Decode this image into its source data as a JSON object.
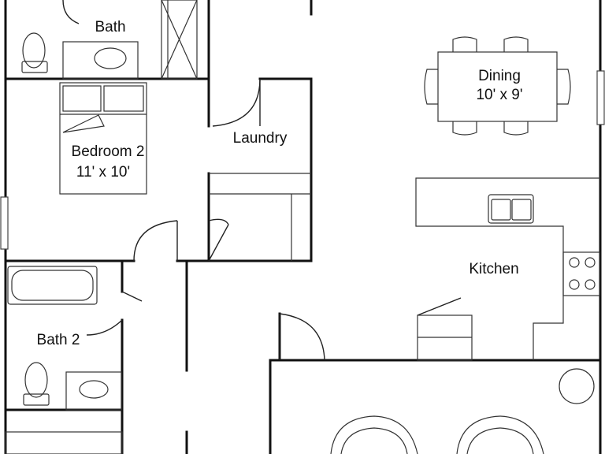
{
  "rooms": {
    "bath": {
      "name": "Bath"
    },
    "bedroom2": {
      "name": "Bedroom 2",
      "size": "11' x 10'"
    },
    "laundry": {
      "name": "Laundry"
    },
    "dining": {
      "name": "Dining",
      "size": "10' x 9'"
    },
    "kitchen": {
      "name": "Kitchen"
    },
    "bath2": {
      "name": "Bath 2"
    }
  },
  "colors": {
    "line": "#111111",
    "background": "#ffffff"
  }
}
